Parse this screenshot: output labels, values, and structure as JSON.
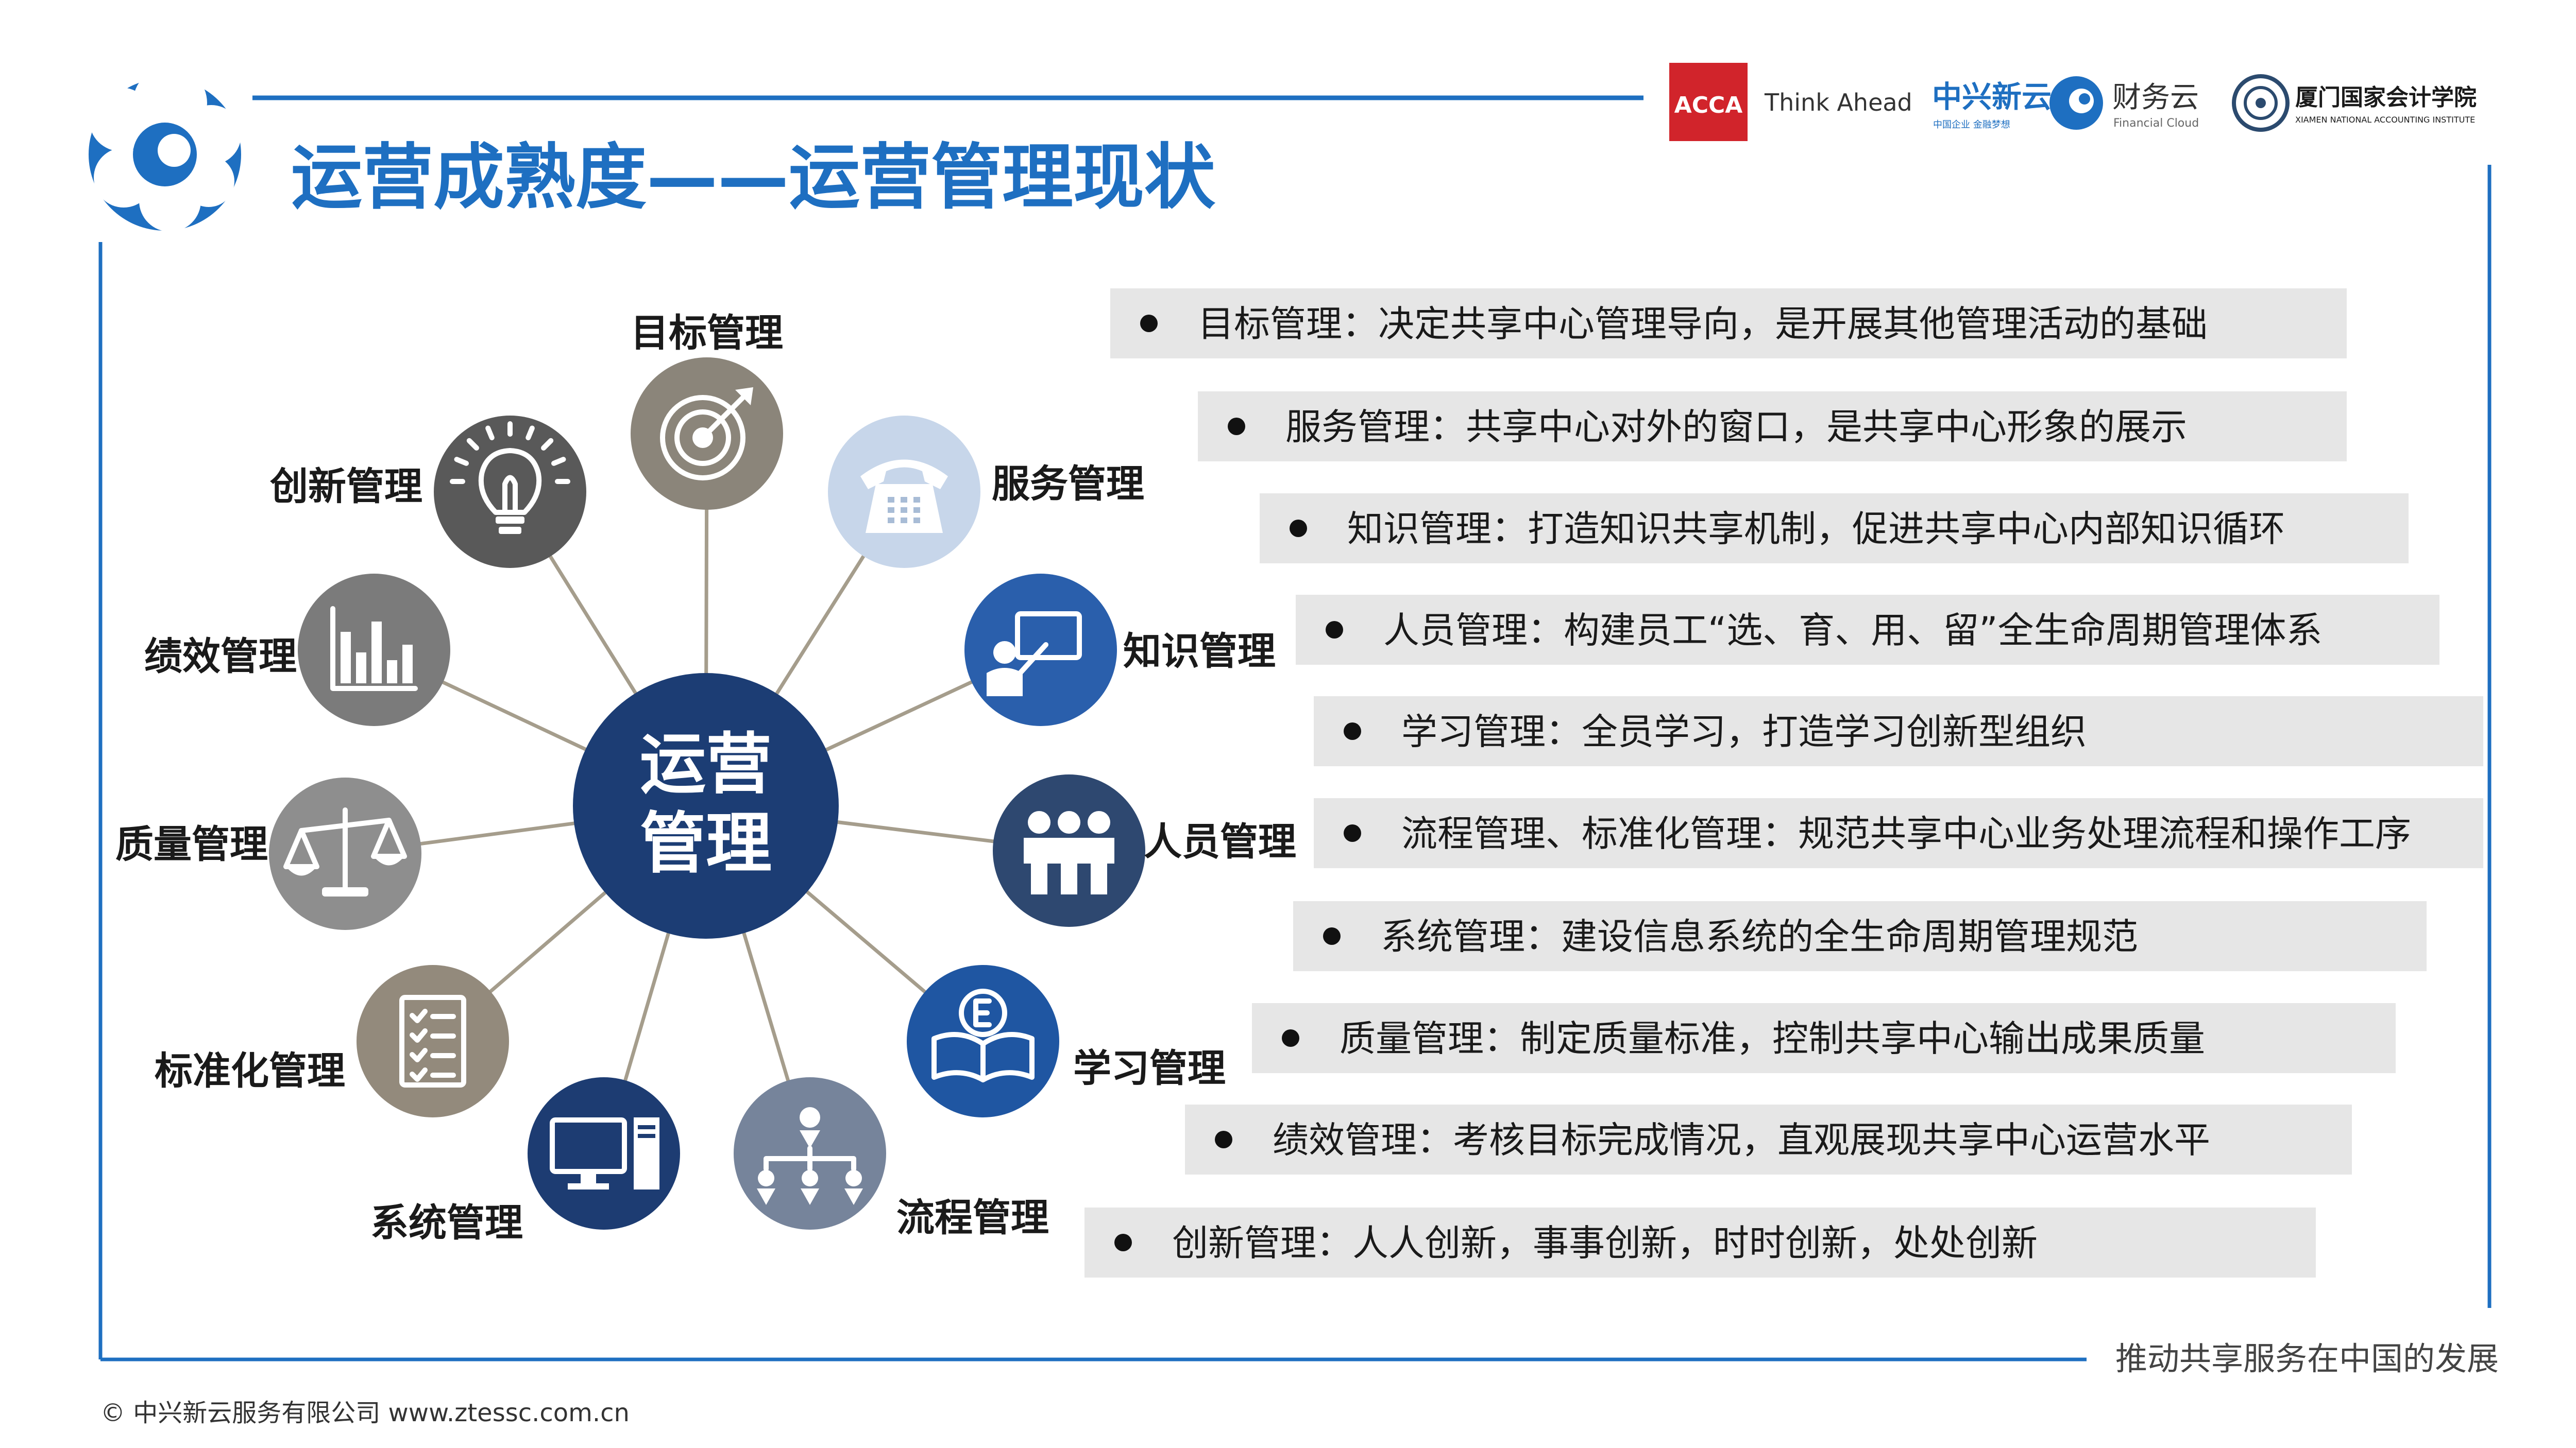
{
  "slide": {
    "title": "运营成熟度——运营管理现状",
    "center_label_line1": "运营",
    "center_label_line2": "管理",
    "tagline": "推动共享服务在中国的发展",
    "footer": "© 中兴新云服务有限公司  www.ztessc.com.cn"
  },
  "logos": {
    "acca_mark": "ACCA",
    "acca_slogan": "Think Ahead",
    "zte_name": "中兴新云",
    "zte_sub": "中国企业 金融梦想",
    "cloud_name": "财务云",
    "cloud_sub": "Financial Cloud",
    "xnai_name": "厦门国家会计学院",
    "xnai_sub": "XIAMEN NATIONAL ACCOUNTING INSTITUTE"
  },
  "nodes": [
    {
      "id": "goal",
      "label": "目标管理",
      "icon": "target-icon",
      "color": "#8b857a"
    },
    {
      "id": "service",
      "label": "服务管理",
      "icon": "telephone-icon",
      "color": "#c7d6ea"
    },
    {
      "id": "knowledge",
      "label": "知识管理",
      "icon": "presentation-icon",
      "color": "#2a5fac"
    },
    {
      "id": "people",
      "label": "人员管理",
      "icon": "people-icon",
      "color": "#2e4870"
    },
    {
      "id": "learning",
      "label": "学习管理",
      "icon": "book-icon",
      "color": "#1f56a2"
    },
    {
      "id": "process",
      "label": "流程管理",
      "icon": "org-chart-icon",
      "color": "#76849b"
    },
    {
      "id": "system",
      "label": "系统管理",
      "icon": "computer-icon",
      "color": "#1d3c72"
    },
    {
      "id": "standard",
      "label": "标准化管理",
      "icon": "checklist-icon",
      "color": "#938a7c"
    },
    {
      "id": "quality",
      "label": "质量管理",
      "icon": "scale-icon",
      "color": "#8e8e8e"
    },
    {
      "id": "performance",
      "label": "绩效管理",
      "icon": "bar-chart-icon",
      "color": "#7b7b7b"
    },
    {
      "id": "innovation",
      "label": "创新管理",
      "icon": "lightbulb-icon",
      "color": "#595959"
    }
  ],
  "descriptions": [
    "目标管理：决定共享中心管理导向，是开展其他管理活动的基础",
    "服务管理：共享中心对外的窗口，是共享中心形象的展示",
    "知识管理：打造知识共享机制，促进共享中心内部知识循环",
    "人员管理：构建员工“选、育、用、留”全生命周期管理体系",
    "学习管理：全员学习，打造学习创新型组织",
    "流程管理、标准化管理：规范共享中心业务处理流程和操作工序",
    "系统管理：建设信息系统的全生命周期管理规范",
    "质量管理：制定质量标准，控制共享中心输出成果质量",
    "绩效管理：考核目标完成情况，直观展现共享中心运营水平",
    "创新管理：人人创新，事事创新，时时创新，处处创新"
  ],
  "colors": {
    "accent": "#1e6fc1",
    "center": "#1c3d74",
    "panel": "#e6e6e6",
    "acca_red": "#d1242b"
  }
}
